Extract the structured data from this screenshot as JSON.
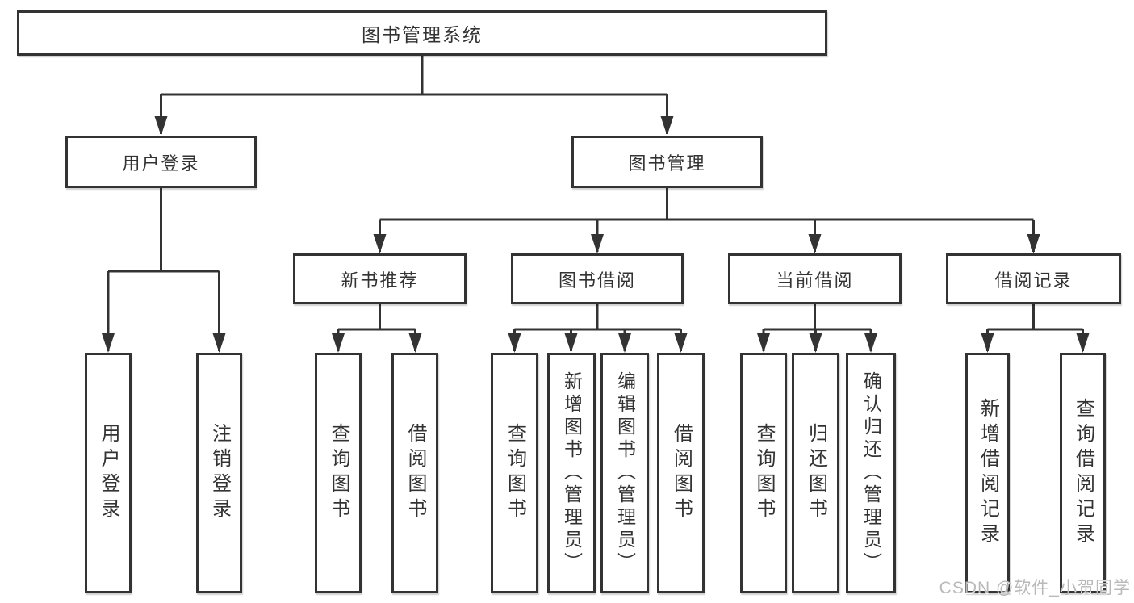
{
  "diagram": {
    "root": {
      "label": "图书管理系统"
    },
    "level2": [
      {
        "label": "用户登录"
      },
      {
        "label": "图书管理"
      }
    ],
    "level3": [
      {
        "label": "新书推荐"
      },
      {
        "label": "图书借阅"
      },
      {
        "label": "当前借阅"
      },
      {
        "label": "借阅记录"
      }
    ],
    "leaves": {
      "user_login": [
        {
          "label": "用户登录"
        },
        {
          "label": "注销登录"
        }
      ],
      "new_book": [
        {
          "label": "查询图书"
        },
        {
          "label": "借阅图书"
        }
      ],
      "book_borrow": [
        {
          "label": "查询图书"
        },
        {
          "label": "新增图书（管理员）"
        },
        {
          "label": "编辑图书（管理员）"
        },
        {
          "label": "借阅图书"
        }
      ],
      "current_borrow": [
        {
          "label": "查询图书"
        },
        {
          "label": "归还图书"
        },
        {
          "label": "确认归还（管理员）"
        }
      ],
      "borrow_record": [
        {
          "label": "新增借阅记录"
        },
        {
          "label": "查询借阅记录"
        }
      ]
    }
  },
  "watermark": {
    "text": "CSDN @软件_小贺同学"
  },
  "colors": {
    "line": "#333333",
    "text": "#333333",
    "background": "#ffffff",
    "watermark": "#b9b9b9"
  }
}
